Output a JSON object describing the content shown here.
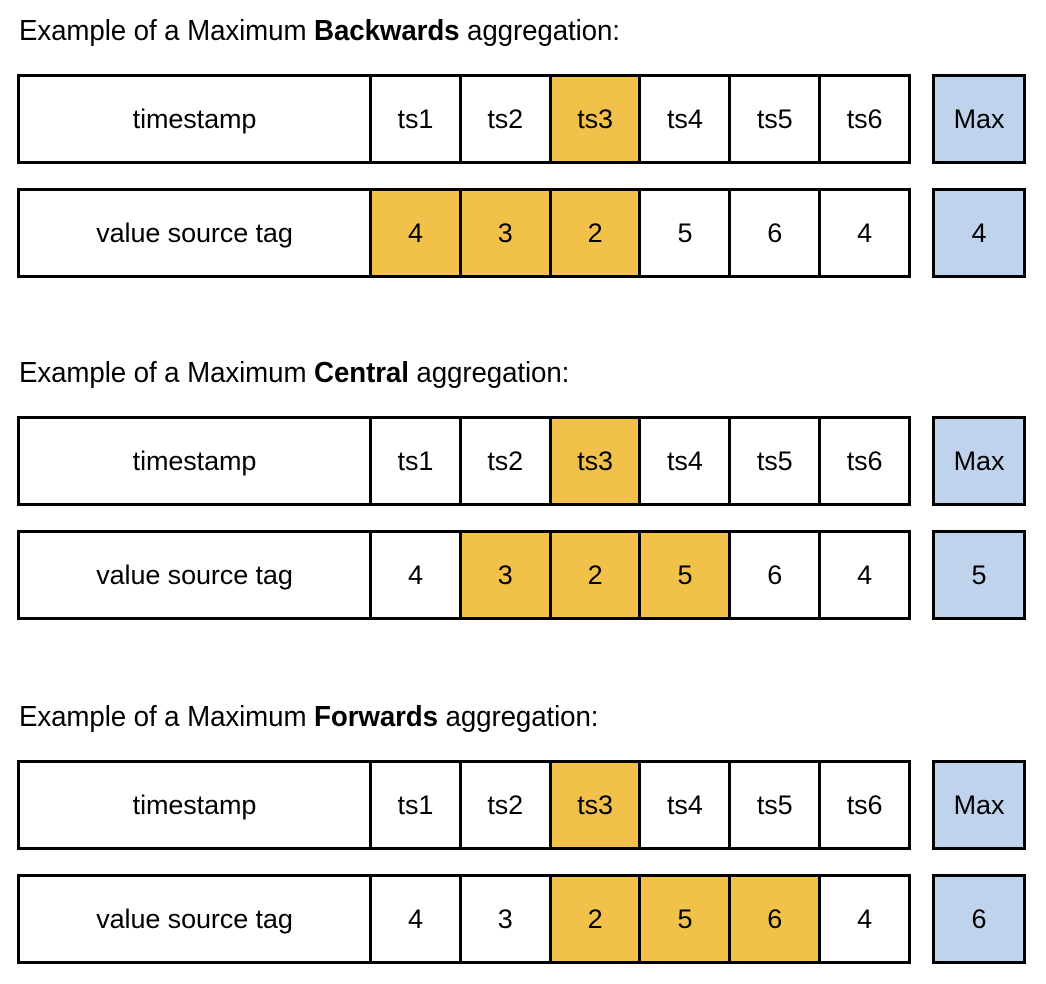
{
  "page": {
    "background_color": "#ffffff",
    "highlight_color": "#f2c14a",
    "max_color": "#bfd3ec",
    "border_color": "#000000"
  },
  "sections": [
    {
      "id": "backwards",
      "title_prefix": "Example of a Maximum ",
      "title_emphasis": "Backwards",
      "title_suffix": " aggregation:",
      "rows": [
        {
          "label": "timestamp",
          "cells": [
            "ts1",
            "ts2",
            "ts3",
            "ts4",
            "ts5",
            "ts6"
          ],
          "highlighted": [
            2
          ],
          "summary_label": "Max"
        },
        {
          "label": "value source tag",
          "cells": [
            "4",
            "3",
            "2",
            "5",
            "6",
            "4"
          ],
          "highlighted": [
            0,
            1,
            2
          ],
          "summary_label": "4"
        }
      ]
    },
    {
      "id": "central",
      "title_prefix": "Example of a Maximum ",
      "title_emphasis": "Central",
      "title_suffix": " aggregation:",
      "rows": [
        {
          "label": "timestamp",
          "cells": [
            "ts1",
            "ts2",
            "ts3",
            "ts4",
            "ts5",
            "ts6"
          ],
          "highlighted": [
            2
          ],
          "summary_label": "Max"
        },
        {
          "label": "value source tag",
          "cells": [
            "4",
            "3",
            "2",
            "5",
            "6",
            "4"
          ],
          "highlighted": [
            1,
            2,
            3
          ],
          "summary_label": "5"
        }
      ]
    },
    {
      "id": "forwards",
      "title_prefix": "Example of a Maximum ",
      "title_emphasis": "Forwards",
      "title_suffix": " aggregation:",
      "rows": [
        {
          "label": "timestamp",
          "cells": [
            "ts1",
            "ts2",
            "ts3",
            "ts4",
            "ts5",
            "ts6"
          ],
          "highlighted": [
            2
          ],
          "summary_label": "Max"
        },
        {
          "label": "value source tag",
          "cells": [
            "4",
            "3",
            "2",
            "5",
            "6",
            "4"
          ],
          "highlighted": [
            2,
            3,
            4
          ],
          "summary_label": "6"
        }
      ]
    }
  ]
}
